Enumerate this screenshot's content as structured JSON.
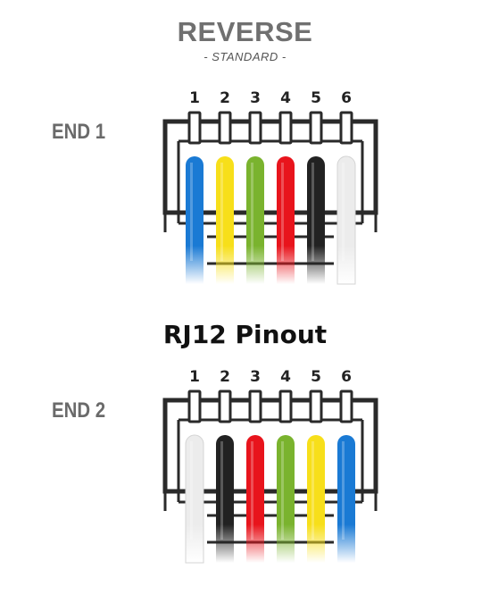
{
  "header": {
    "title": "REVERSE",
    "subtitle": "- STANDARD -"
  },
  "middle_title": "RJ12 Pinout",
  "end1": {
    "label": "END 1",
    "pin_numbers": [
      "1",
      "2",
      "3",
      "4",
      "5",
      "6"
    ],
    "wires": [
      {
        "pin": "1",
        "color": "blue",
        "hex": "#1a7ad4"
      },
      {
        "pin": "2",
        "color": "yellow",
        "hex": "#f7df1a"
      },
      {
        "pin": "3",
        "color": "green",
        "hex": "#7ab32e"
      },
      {
        "pin": "4",
        "color": "red",
        "hex": "#e8141c"
      },
      {
        "pin": "5",
        "color": "black",
        "hex": "#222222"
      },
      {
        "pin": "6",
        "color": "white",
        "hex": "#ececec"
      }
    ]
  },
  "end2": {
    "label": "END 2",
    "pin_numbers": [
      "1",
      "2",
      "3",
      "4",
      "5",
      "6"
    ],
    "wires": [
      {
        "pin": "1",
        "color": "white",
        "hex": "#ececec"
      },
      {
        "pin": "2",
        "color": "black",
        "hex": "#222222"
      },
      {
        "pin": "3",
        "color": "red",
        "hex": "#e8141c"
      },
      {
        "pin": "4",
        "color": "green",
        "hex": "#7ab32e"
      },
      {
        "pin": "5",
        "color": "yellow",
        "hex": "#f7df1a"
      },
      {
        "pin": "6",
        "color": "blue",
        "hex": "#1a7ad4"
      }
    ]
  },
  "colors": {
    "connector_outline": "#2a2a2a",
    "heading_gray": "#707070"
  }
}
